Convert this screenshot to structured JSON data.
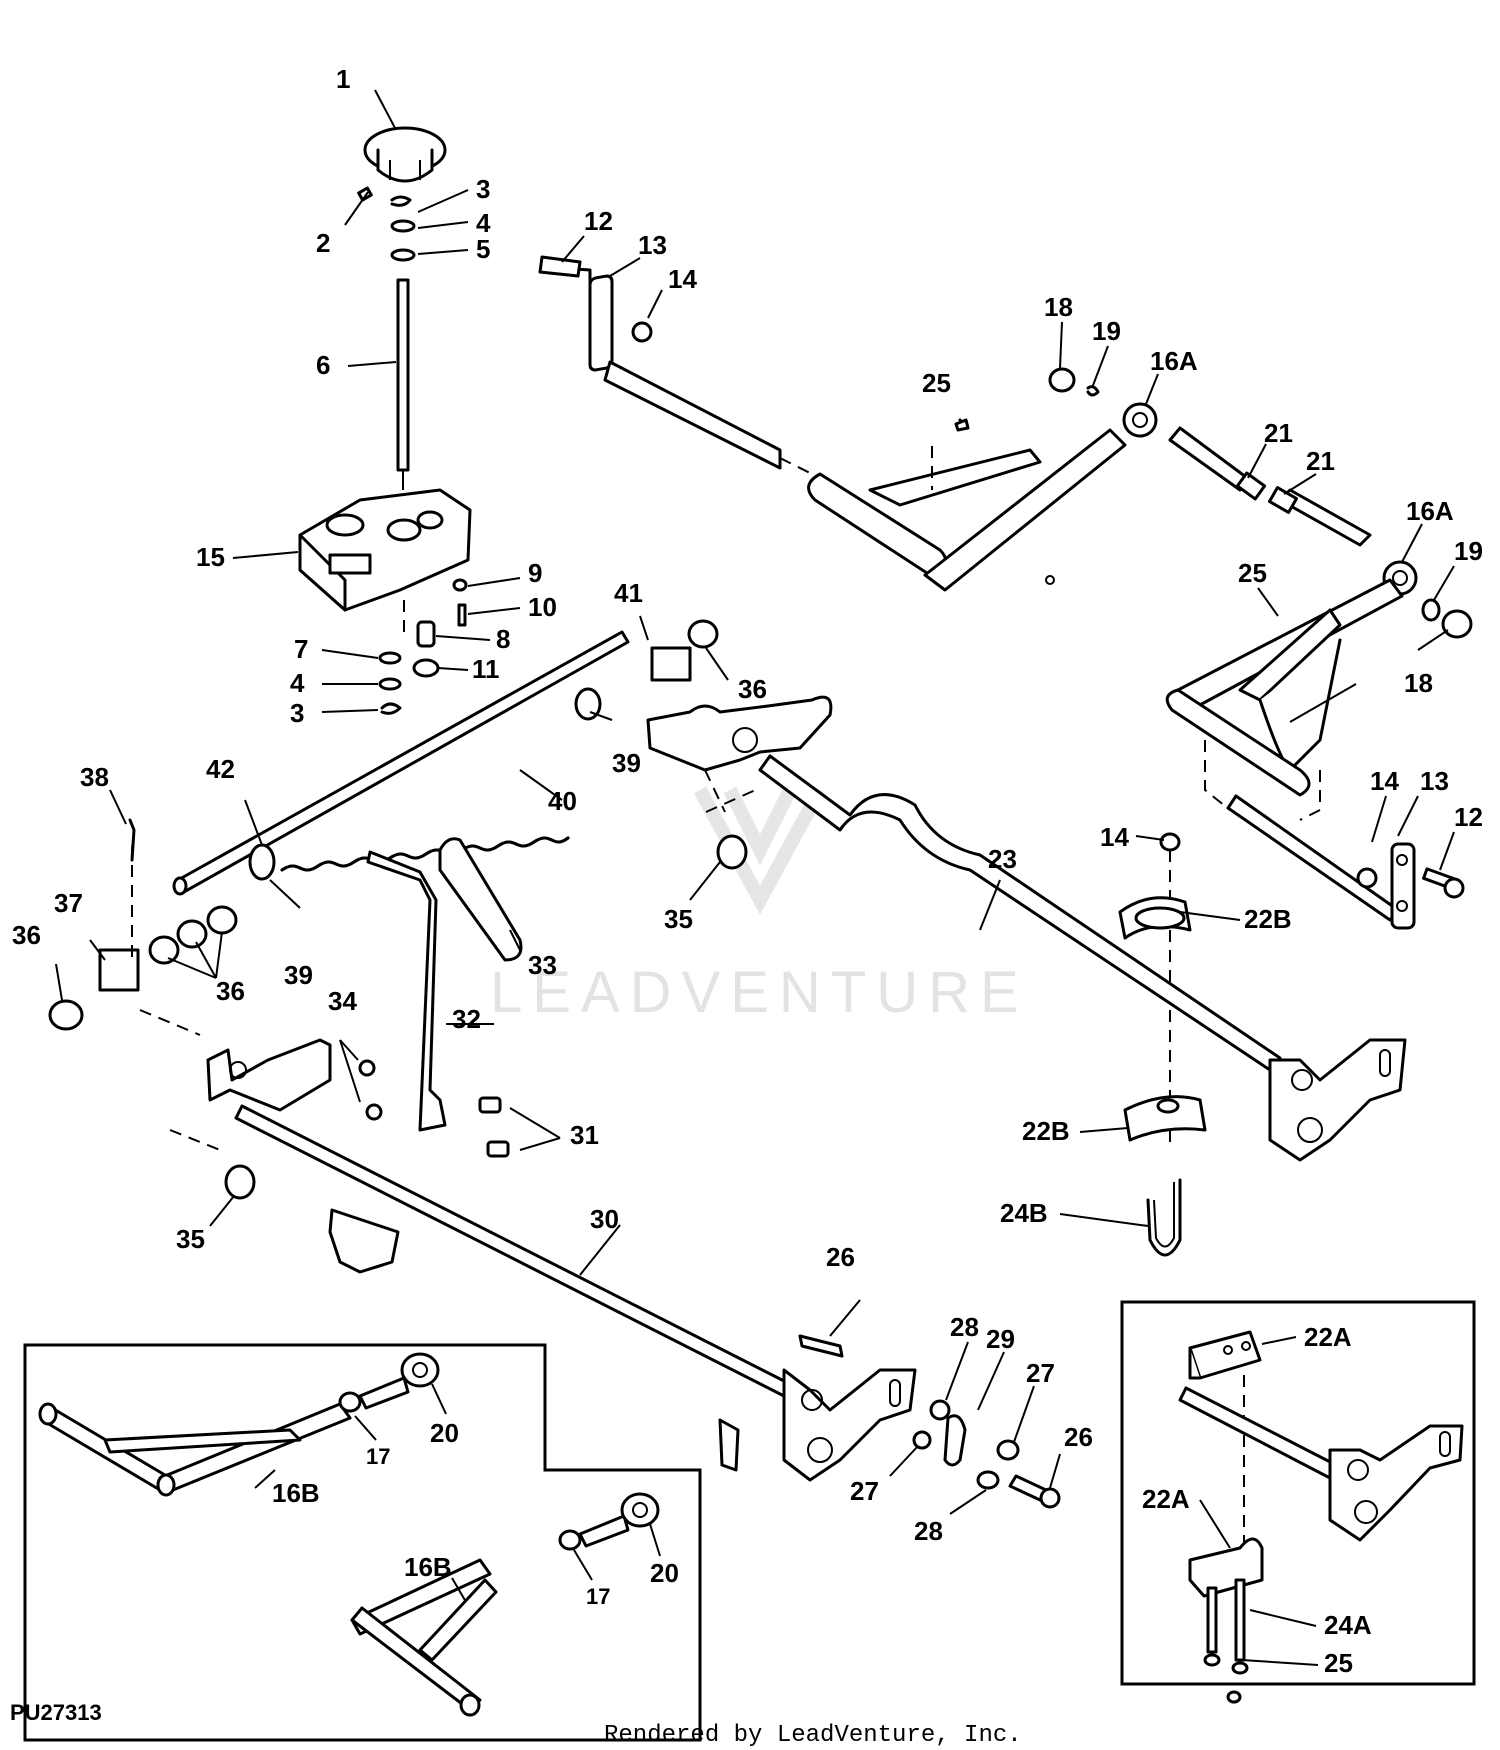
{
  "diagram": {
    "callouts": {
      "c1": "1",
      "c2": "2",
      "c3a": "3",
      "c3b": "3",
      "c4a": "4",
      "c4b": "4",
      "c5": "5",
      "c6": "6",
      "c7": "7",
      "c8": "8",
      "c9": "9",
      "c10": "10",
      "c11": "11",
      "c12a": "12",
      "c12b": "12",
      "c13a": "13",
      "c13b": "13",
      "c14a": "14",
      "c14b": "14",
      "c14c": "14",
      "c15": "15",
      "c16Aa": "16A",
      "c16Ab": "16A",
      "c16Ba": "16B",
      "c16Bb": "16B",
      "c17a": "17",
      "c17b": "17",
      "c18a": "18",
      "c18b": "18",
      "c19a": "19",
      "c19b": "19",
      "c20a": "20",
      "c20b": "20",
      "c21a": "21",
      "c21b": "21",
      "c22Aa": "22A",
      "c22Ab": "22A",
      "c22Ba": "22B",
      "c22Bb": "22B",
      "c23": "23",
      "c24A": "24A",
      "c24B": "24B",
      "c25a": "25",
      "c25b": "25",
      "c25c": "25",
      "c26a": "26",
      "c26b": "26",
      "c27a": "27",
      "c27b": "27",
      "c28a": "28",
      "c28b": "28",
      "c29": "29",
      "c30": "30",
      "c31": "31",
      "c32": "32",
      "c33": "33",
      "c34": "34",
      "c35a": "35",
      "c35b": "35",
      "c36a": "36",
      "c36b": "36",
      "c36c": "36",
      "c37": "37",
      "c38": "38",
      "c39a": "39",
      "c39b": "39",
      "c40": "40",
      "c41": "41",
      "c42": "42"
    },
    "figure_id": "PU27313",
    "watermark": "LEADVENTURE",
    "credit": "Rendered by LeadVenture, Inc."
  }
}
